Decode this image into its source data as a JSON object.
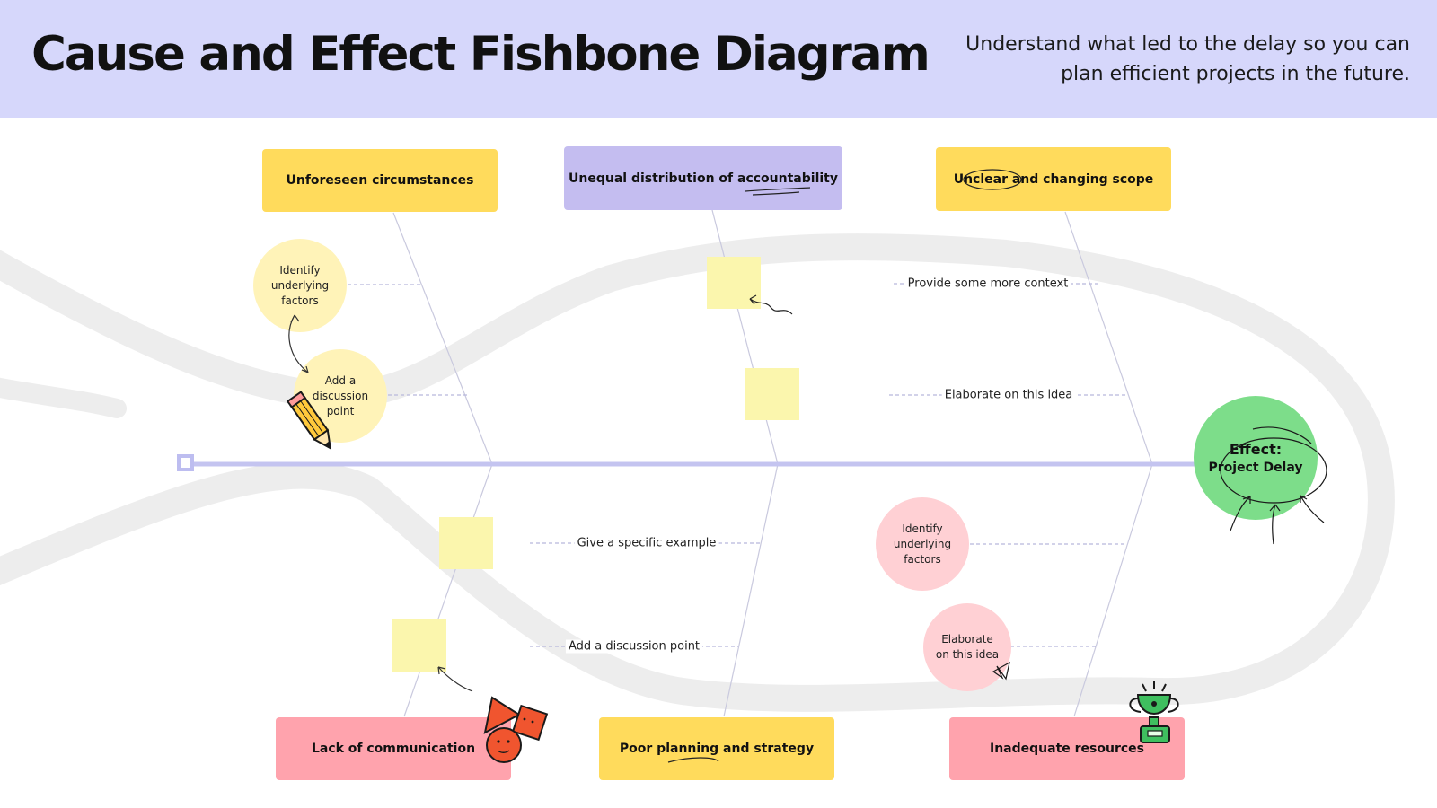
{
  "header": {
    "title": "Cause and Effect Fishbone Diagram",
    "subtitle": "Understand what led to the delay so you can plan efficient projects in the future."
  },
  "categories": {
    "top": [
      {
        "label": "Unforeseen circumstances",
        "color": "#ffdb5c"
      },
      {
        "label": "Unequal distribution of accountability",
        "color": "#c4bdf0"
      },
      {
        "label": "Unclear and changing scope",
        "color": "#ffdb5c"
      }
    ],
    "bottom": [
      {
        "label": "Lack of communication",
        "color": "#ffa3ad"
      },
      {
        "label": "Poor planning and strategy",
        "color": "#ffdb5c"
      },
      {
        "label": "Inadequate resources",
        "color": "#ffa3ad"
      }
    ]
  },
  "ideas": {
    "circle_identify_top": "Identify underlying factors",
    "circle_discussion_top": "Add a discussion point",
    "circle_identify_bottom": "Identify underlying factors",
    "circle_elaborate_bottom": "Elaborate on this idea"
  },
  "notes": {
    "context": "Provide some more context",
    "elaborate": "Elaborate on this idea",
    "example": "Give a specific example",
    "discussion": "Add a discussion point"
  },
  "effect": {
    "heading": "Effect:",
    "label": "Project Delay"
  },
  "colors": {
    "header_bg": "#d6d7fb",
    "spine": "#c4c4f0",
    "effect": "#7ddd8a",
    "sticky": "#fbf6ad"
  }
}
